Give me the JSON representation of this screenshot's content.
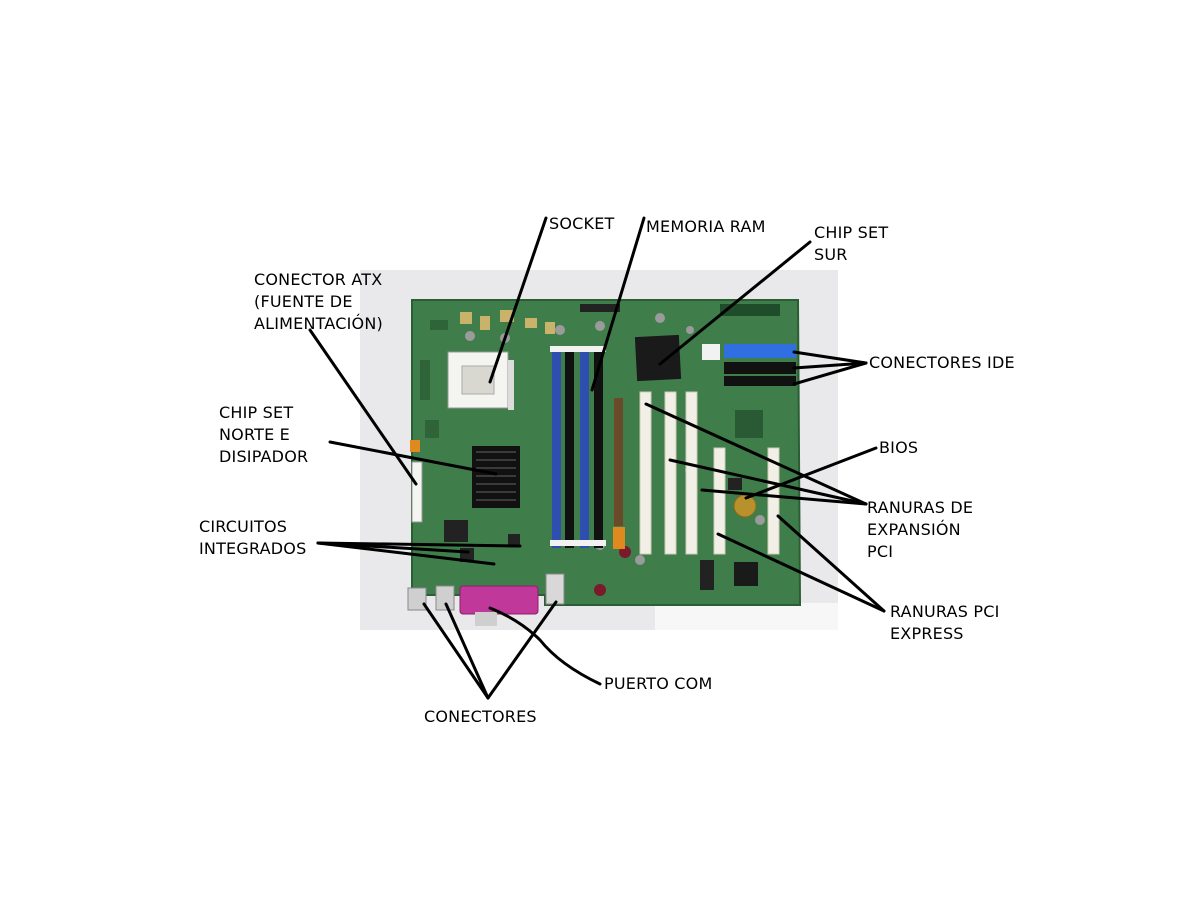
{
  "labels": {
    "socket": [
      "SOCKET"
    ],
    "ram": [
      "MEMORIA RAM"
    ],
    "southbridge": [
      "CHIP SET",
      "SUR"
    ],
    "atx": [
      "CONECTOR ATX",
      "(FUENTE DE",
      "ALIMENTACIÓN)"
    ],
    "ide": [
      "CONECTORES IDE"
    ],
    "northbridge": [
      "CHIP SET",
      "NORTE E",
      "DISIPADOR"
    ],
    "bios": [
      "BIOS"
    ],
    "pci": [
      "RANURAS DE",
      "EXPANSIÓN",
      "PCI"
    ],
    "ic": [
      "CIRCUITOS",
      "INTEGRADOS"
    ],
    "pcie": [
      "RANURAS PCI",
      "EXPRESS"
    ],
    "com": [
      "PUERTO COM"
    ],
    "connectors": [
      "CONECTORES"
    ]
  },
  "colors": {
    "pcb": "#3f7d4a",
    "pcb_dark": "#2c5e36",
    "ram_slot": "#2f4fb0",
    "ide_blue": "#2f6fe0",
    "ide_black": "#111111",
    "slot_white": "#f2f0e6",
    "agp_brown": "#6b4a2a",
    "parallel_port": "#c0389a",
    "leader_line": "#000000"
  }
}
